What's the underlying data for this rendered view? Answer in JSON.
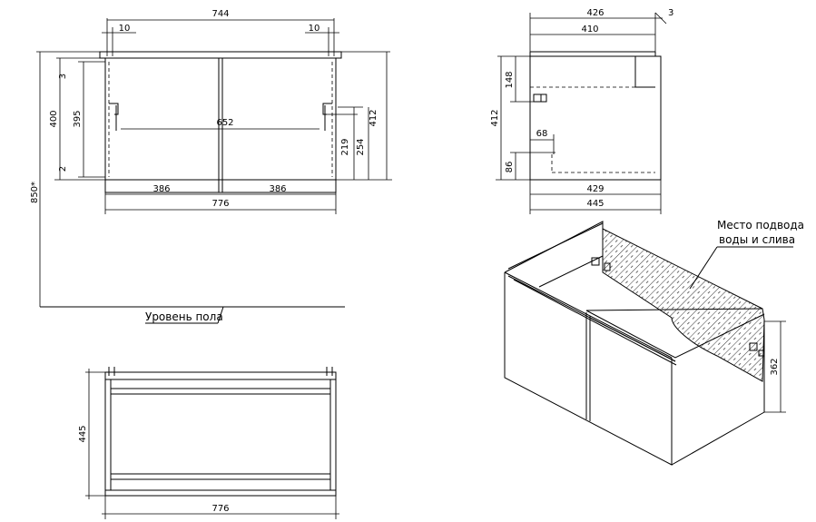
{
  "front_view": {
    "dims": {
      "top_width": "744",
      "left_inset": "10",
      "right_inset": "10",
      "total_height": "850*",
      "body_height": "400",
      "inner_height": "395",
      "top_gap": "3",
      "bottom_gap": "2",
      "hole_spacing": "652",
      "right_height": "412",
      "pipe_height_1": "219",
      "pipe_height_2": "254",
      "door_left": "386",
      "door_right": "386",
      "total_width": "776"
    },
    "floor_label": "Уровень пола"
  },
  "side_view": {
    "dims": {
      "top_depth": "426",
      "offset": "3",
      "inner_depth": "410",
      "mount_height": "148",
      "height": "412",
      "hole_offset": "68",
      "bottom_height": "86",
      "bottom_depth": "429",
      "total_depth": "445"
    }
  },
  "plan_view": {
    "dims": {
      "depth": "445",
      "width": "776"
    }
  },
  "iso_view": {
    "note_line1": "Место подвода",
    "note_line2": "воды и слива",
    "dims": {
      "height": "362"
    }
  }
}
